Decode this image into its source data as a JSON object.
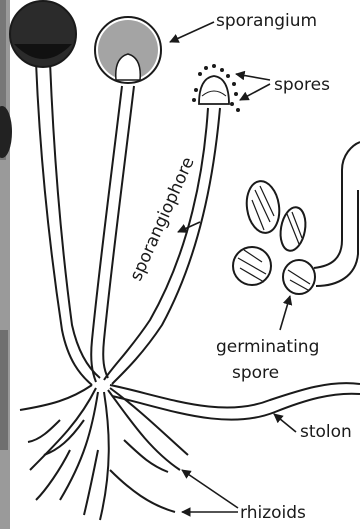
{
  "diagram": {
    "labels": {
      "sporangium": "sporangium",
      "spores": "spores",
      "sporangiophore": "sporangiophore",
      "germinating_spore_line1": "germinating",
      "germinating_spore_line2": "spore",
      "stolon": "stolon",
      "rhizoids": "rhizoids"
    },
    "colors": {
      "ink": "#1a1a1a",
      "background": "#ffffff",
      "left_edge_dark": "#222222",
      "left_edge_gray": "#9a9a9a"
    }
  }
}
